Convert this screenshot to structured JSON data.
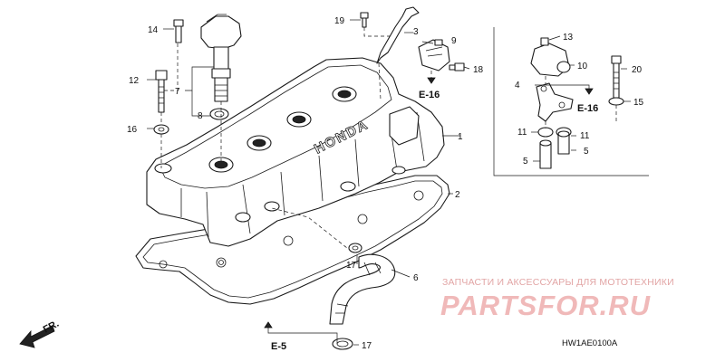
{
  "diagram": {
    "callouts": [
      "1",
      "2",
      "3",
      "4",
      "5",
      "5",
      "6",
      "7",
      "8",
      "9",
      "10",
      "11",
      "11",
      "12",
      "13",
      "14",
      "15",
      "16",
      "17",
      "17",
      "18",
      "19",
      "20"
    ],
    "refs": [
      "E-16",
      "E-16",
      "E-5"
    ],
    "front_label": "FR.",
    "cover_logo": "HONDA",
    "diagram_code": "HW1AE0100A"
  },
  "watermark": {
    "line1": "ЗАПЧАСТИ И АКСЕССУАРЫ ДЛЯ МОТОТЕХНИКИ",
    "line2": "PARTSFOR.RU"
  }
}
